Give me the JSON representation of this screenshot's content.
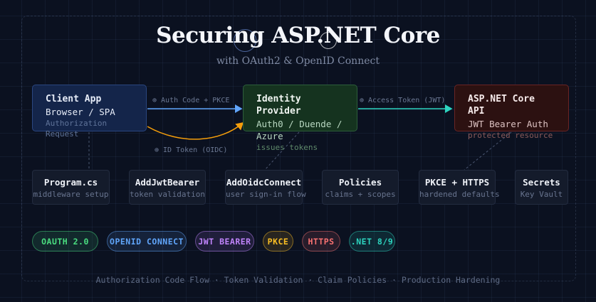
{
  "title": "Securing ASP.NET Core",
  "subtitle": "with OAuth2 & OpenID Connect",
  "nodes": {
    "client": {
      "title": "Client App",
      "subtitle": "Browser / SPA",
      "detail": "Authorization Request"
    },
    "idp": {
      "title": "Identity Provider",
      "subtitle": "Auth0 / Duende / Azure",
      "detail": "issues tokens"
    },
    "api": {
      "title": "ASP.NET Core API",
      "subtitle": "JWT Bearer Auth",
      "detail": "protected resource"
    }
  },
  "flows": {
    "auth_code": "⊕ Auth Code + PKCE",
    "access_token": "⊕ Access Token (JWT)",
    "id_token": "⊕ ID Token (OIDC)"
  },
  "components": [
    {
      "title": "Program.cs",
      "desc": "middleware setup"
    },
    {
      "title": "AddJwtBearer",
      "desc": "token validation"
    },
    {
      "title": "AddOidcConnect",
      "desc": "user sign-in flow"
    },
    {
      "title": "Policies",
      "desc": "claims + scopes"
    },
    {
      "title": "PKCE + HTTPS",
      "desc": "hardened defaults"
    },
    {
      "title": "Secrets",
      "desc": "Key Vault"
    }
  ],
  "tags": [
    {
      "label": "OAUTH 2.0",
      "color": "#4ade80"
    },
    {
      "label": "OPENID CONNECT",
      "color": "#60a5fa"
    },
    {
      "label": "JWT BEARER",
      "color": "#c084fc"
    },
    {
      "label": "PKCE",
      "color": "#fbbf24"
    },
    {
      "label": "HTTPS",
      "color": "#f87171"
    },
    {
      "label": ".NET 8/9",
      "color": "#2dd4bf"
    }
  ],
  "footer": "Authorization Code Flow · Token Validation · Claim Policies · Production Hardening",
  "colors": {
    "background": "#0b1120",
    "arrow_auth": "#60a5fa",
    "arrow_token": "#2dd4bf",
    "arrow_id": "#f59e0b"
  }
}
